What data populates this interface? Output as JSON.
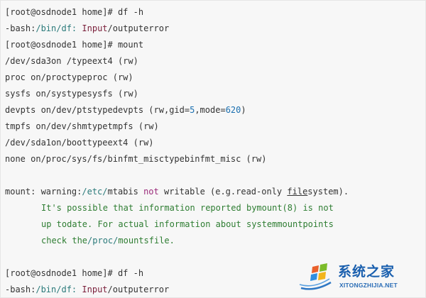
{
  "terminal": {
    "lines": [
      {
        "indent": false,
        "segs": [
          {
            "t": "[root@osdnode1 home]# df -h",
            "c": ""
          }
        ]
      },
      {
        "indent": false,
        "segs": [
          {
            "t": "-bash:",
            "c": ""
          },
          {
            "t": "/bin/df:",
            "c": "path"
          },
          {
            "t": " ",
            "c": ""
          },
          {
            "t": "Input",
            "c": "err"
          },
          {
            "t": "/outputerror",
            "c": ""
          }
        ]
      },
      {
        "indent": false,
        "segs": [
          {
            "t": "[root@osdnode1 home]# mount",
            "c": ""
          }
        ]
      },
      {
        "indent": false,
        "segs": [
          {
            "t": "/dev/sda3on /typeext4 (rw)",
            "c": ""
          }
        ]
      },
      {
        "indent": false,
        "segs": [
          {
            "t": "proc on/proctypeproc (rw)",
            "c": ""
          }
        ]
      },
      {
        "indent": false,
        "segs": [
          {
            "t": "sysfs on/systypesysfs (rw)",
            "c": ""
          }
        ]
      },
      {
        "indent": false,
        "segs": [
          {
            "t": "devpts on/dev/ptstypedevpts (rw,gid=",
            "c": ""
          },
          {
            "t": "5",
            "c": "num"
          },
          {
            "t": ",mode=",
            "c": ""
          },
          {
            "t": "620",
            "c": "num"
          },
          {
            "t": ")",
            "c": ""
          }
        ]
      },
      {
        "indent": false,
        "segs": [
          {
            "t": "tmpfs on/dev/shmtypetmpfs (rw)",
            "c": ""
          }
        ]
      },
      {
        "indent": false,
        "segs": [
          {
            "t": "/dev/sda1on/boottypeext4 (rw)",
            "c": ""
          }
        ]
      },
      {
        "indent": false,
        "segs": [
          {
            "t": "none on/proc/sys/fs/binfmt_misctypebinfmt_misc (rw)",
            "c": ""
          }
        ]
      },
      {
        "indent": false,
        "segs": [
          {
            "t": "",
            "c": ""
          }
        ]
      },
      {
        "indent": false,
        "segs": [
          {
            "t": "mount: warning:",
            "c": ""
          },
          {
            "t": "/etc/",
            "c": "path"
          },
          {
            "t": "mtabis ",
            "c": ""
          },
          {
            "t": "not",
            "c": "kw"
          },
          {
            "t": " writable (e.g.read-only ",
            "c": ""
          },
          {
            "t": "file",
            "c": "u"
          },
          {
            "t": "system).",
            "c": ""
          }
        ]
      },
      {
        "indent": true,
        "segs": [
          {
            "t": "It's possible that information reported bymount(8) is not",
            "c": "str"
          }
        ]
      },
      {
        "indent": true,
        "segs": [
          {
            "t": "up todate. For actual information about systemmountpoints",
            "c": "str"
          }
        ]
      },
      {
        "indent": true,
        "segs": [
          {
            "t": "check the",
            "c": "str"
          },
          {
            "t": "/proc/",
            "c": "path"
          },
          {
            "t": "mountsfile.",
            "c": "str"
          }
        ]
      },
      {
        "indent": false,
        "segs": [
          {
            "t": "",
            "c": ""
          }
        ]
      },
      {
        "indent": false,
        "segs": [
          {
            "t": "[root@osdnode1 home]# df -h",
            "c": ""
          }
        ]
      },
      {
        "indent": false,
        "segs": [
          {
            "t": "-bash:",
            "c": ""
          },
          {
            "t": "/bin/df:",
            "c": "path"
          },
          {
            "t": " ",
            "c": ""
          },
          {
            "t": "Input",
            "c": "err"
          },
          {
            "t": "/outputerror",
            "c": ""
          }
        ]
      }
    ]
  },
  "watermark": {
    "name_cn": "系统之家",
    "url": "XITONGZHIJIA.NET",
    "logo_icon": "windows-flag-logo-icon"
  },
  "colors": {
    "background": "#f7f7f7",
    "text": "#333333",
    "path": "#2a7a7a",
    "number": "#1a6fb0",
    "keyword": "#9a2a7a",
    "error": "#7a1f3a",
    "string": "#2e7d32",
    "watermark": "#1a5fae"
  }
}
